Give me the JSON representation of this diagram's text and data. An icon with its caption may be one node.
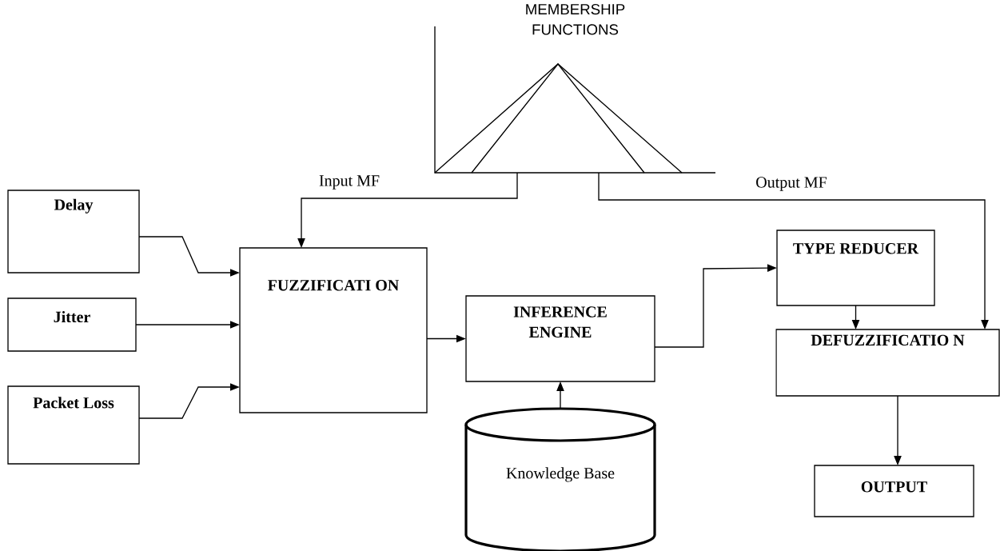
{
  "diagram": {
    "nodes": [
      {
        "text": [
          "MEMBERSHIP FUNCTIONS"
        ]
      },
      {
        "text": [
          "Delay"
        ]
      },
      {
        "text": [
          "Jitter"
        ]
      },
      {
        "text": [
          "Packet Loss"
        ]
      },
      {
        "text": [
          "FUZZIFICATI ON"
        ]
      },
      {
        "text": [
          "INFERENCE ENGINE"
        ]
      },
      {
        "text": [
          "Knowledge Base"
        ]
      },
      {
        "text": [
          "TYPE REDUCER"
        ]
      },
      {
        "text": [
          "DEFUZZIFICATIO N"
        ]
      },
      {
        "text": [
          "OUTPUT"
        ]
      }
    ],
    "edges": [
      {
        "from": 0,
        "to": 4,
        "arrow": "to",
        "label": "Input MF"
      },
      {
        "from": 0,
        "to": 8,
        "arrow": "to",
        "label": "Output MF"
      },
      {
        "from": 1,
        "to": 4,
        "arrow": "to"
      },
      {
        "from": 2,
        "to": 4,
        "arrow": "to"
      },
      {
        "from": 3,
        "to": 4,
        "arrow": "to"
      },
      {
        "from": 4,
        "to": 5,
        "arrow": "to"
      },
      {
        "from": 6,
        "to": 5,
        "arrow": "to"
      },
      {
        "from": 5,
        "to": 7,
        "arrow": "to"
      },
      {
        "from": 7,
        "to": 8,
        "arrow": "to"
      },
      {
        "from": 8,
        "to": 9,
        "arrow": "to"
      }
    ]
  }
}
